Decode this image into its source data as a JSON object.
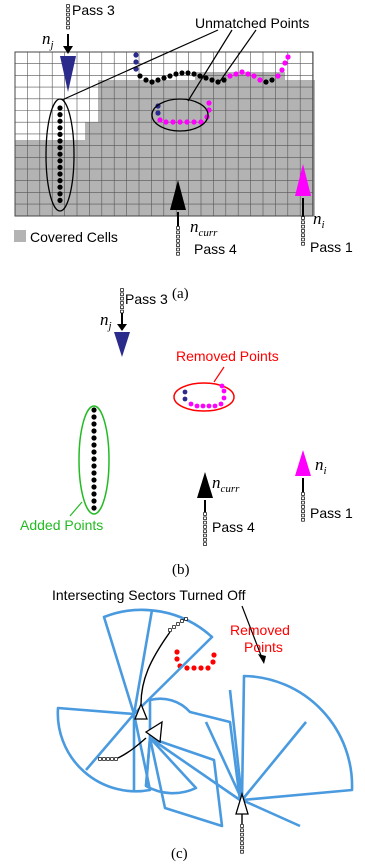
{
  "panel_a": {
    "title": "Unmatched Points",
    "pass3": "Pass 3",
    "pass4": "Pass 4",
    "pass1": "Pass 1",
    "nj": "n",
    "nj_sub": "j",
    "ni": "n",
    "ni_sub": "i",
    "ncurr": "n",
    "ncurr_sub": "curr",
    "legend": "Covered Cells",
    "caption": "(a)"
  },
  "panel_b": {
    "pass3": "Pass 3",
    "pass4": "Pass 4",
    "pass1": "Pass 1",
    "removed": "Removed Points",
    "added": "Added Points",
    "nj": "n",
    "nj_sub": "j",
    "ni": "n",
    "ni_sub": "i",
    "ncurr": "n",
    "ncurr_sub": "curr",
    "caption": "(b)"
  },
  "panel_c": {
    "title": "Intersecting Sectors Turned Off",
    "removed_line1": "Removed",
    "removed_line2": "Points",
    "caption": "(c)"
  },
  "colors": {
    "grid_fill": "#b3b3b3",
    "navy": "#2b2b8c",
    "magenta": "#ff00ff",
    "sector": "#4a9ae0",
    "red": "#ff0000",
    "green": "#22bb22"
  }
}
